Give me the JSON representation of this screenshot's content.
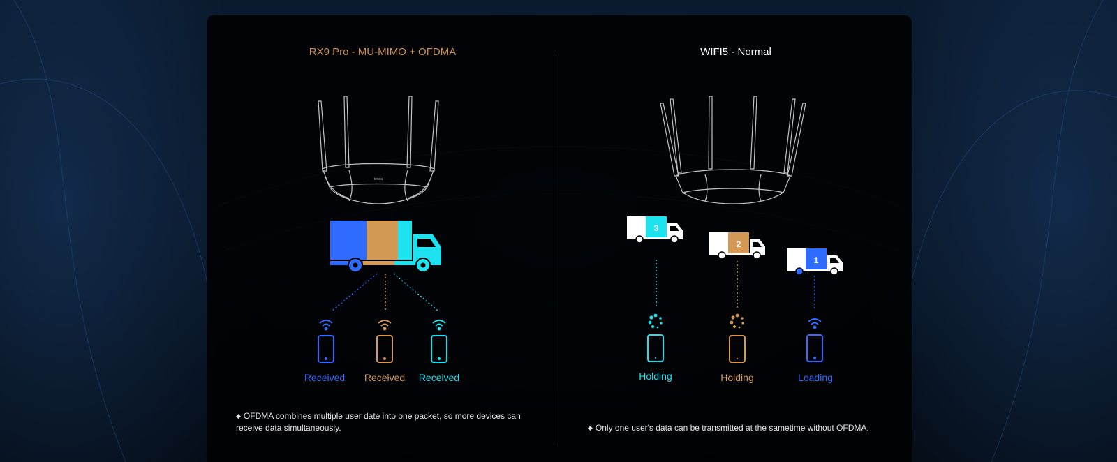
{
  "left": {
    "title": "RX9 Pro - MU-MIMO + OFDMA",
    "devices": [
      {
        "label": "Received",
        "color": "#2f6bff"
      },
      {
        "label": "Received",
        "color": "#d49a55"
      },
      {
        "label": "Received",
        "color": "#1de3f0"
      }
    ],
    "note": "OFDMA combines multiple user date into one packet, so more devices can receive data simultaneously."
  },
  "right": {
    "title": "WIFI5 - Normal",
    "devices": [
      {
        "label": "Holding",
        "color": "#1de3f0",
        "truck_number": "3"
      },
      {
        "label": "Holding",
        "color": "#d49a55",
        "truck_number": "2"
      },
      {
        "label": "Loading",
        "color": "#2f6bff",
        "truck_number": "1"
      }
    ],
    "note": "Only one user's data can be transmitted at the sametime without OFDMA."
  },
  "router_brand": "tenda",
  "bullet": "◆",
  "colors": {
    "blue": "#2f6bff",
    "orange": "#d49a55",
    "cyan": "#1de3f0",
    "title_orange": "#cf8f4a"
  }
}
